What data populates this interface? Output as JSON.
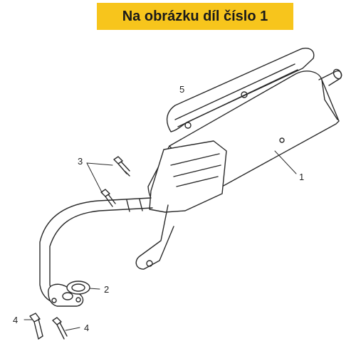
{
  "header": {
    "title": "Na obrázku díl číslo 1"
  },
  "callouts": [
    {
      "name": "callout-1",
      "label": "1"
    },
    {
      "name": "callout-2",
      "label": "2"
    },
    {
      "name": "callout-3",
      "label": "3"
    },
    {
      "name": "callout-4a",
      "label": "4"
    },
    {
      "name": "callout-4b",
      "label": "4"
    },
    {
      "name": "callout-5",
      "label": "5"
    }
  ]
}
